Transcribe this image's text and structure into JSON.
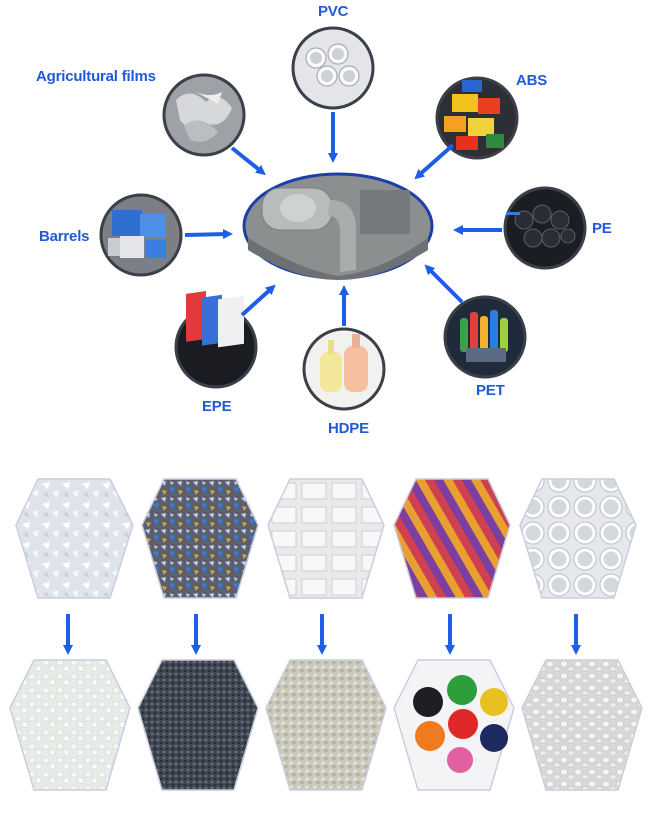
{
  "materials": {
    "pvc": "PVC",
    "agricultural_films": "Agricultural films",
    "abs": "ABS",
    "barrels": "Barrels",
    "pe": "PE",
    "epe": "EPE",
    "hdpe": "HDPE",
    "pet": "PET"
  },
  "colors": {
    "accent_blue": "#1f5bd6",
    "arrow_blue": "#1e5ee6",
    "ellipse_border": "#1d3fa8",
    "hex_border": "#c9cde0"
  },
  "icons": {
    "source_arrows": "arrow-icon",
    "process_arrows": "down-arrow-icon"
  }
}
